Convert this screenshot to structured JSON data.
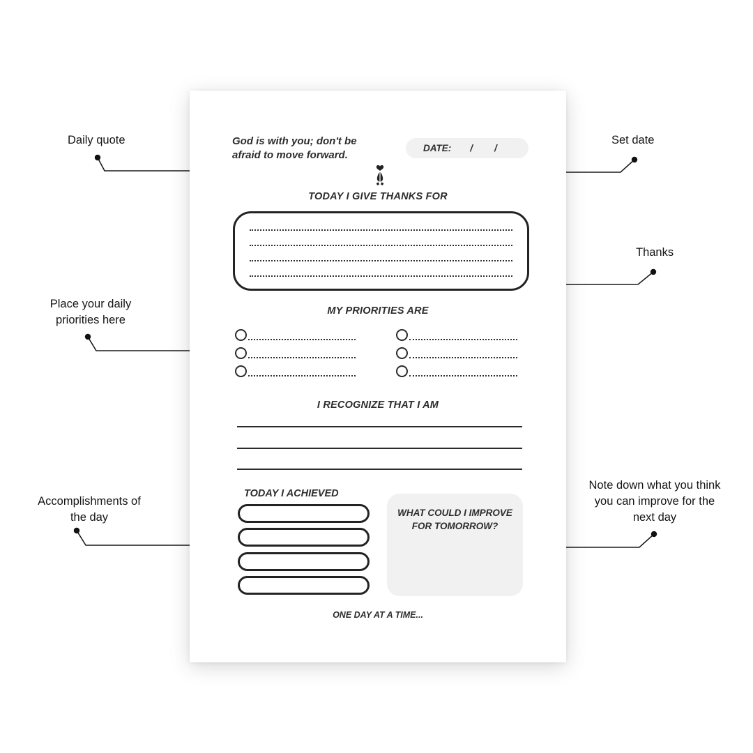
{
  "planner": {
    "quote": {
      "lines": [
        "God is with you; don't be",
        "afraid to move forward."
      ]
    },
    "date": {
      "label": "DATE:",
      "separators": [
        "/",
        "/"
      ]
    },
    "icon_name": "praying-hands-heart-icon",
    "sections": {
      "thanks": {
        "heading": "TODAY I GIVE THANKS FOR",
        "dotted_lines": 4
      },
      "priorities": {
        "heading": "MY PRIORITIES ARE",
        "columns": 2,
        "items_per_column": 3
      },
      "recognize": {
        "heading": "I RECOGNIZE THAT I AM",
        "solid_lines": 3
      },
      "achieved": {
        "heading": "TODAY I ACHIEVED",
        "slots": 4
      },
      "improve": {
        "heading": "WHAT COULD I IMPROVE FOR TOMORROW?"
      }
    },
    "footer": "ONE DAY AT A TIME..."
  },
  "annotations": [
    {
      "id": "daily-quote",
      "label": "Daily quote"
    },
    {
      "id": "set-date",
      "label": "Set date"
    },
    {
      "id": "thanks",
      "label": "Thanks"
    },
    {
      "id": "priorities",
      "label": "Place your daily priorities here"
    },
    {
      "id": "accomplishments",
      "label": "Accomplishments of the day"
    },
    {
      "id": "improve-note",
      "label": "Note down what you think you can improve for the next day"
    }
  ],
  "colors": {
    "paper": "#ffffff",
    "ink": "#2d2d2d",
    "field_background": "#f1f1f2",
    "annotation_ink": "#141414"
  }
}
